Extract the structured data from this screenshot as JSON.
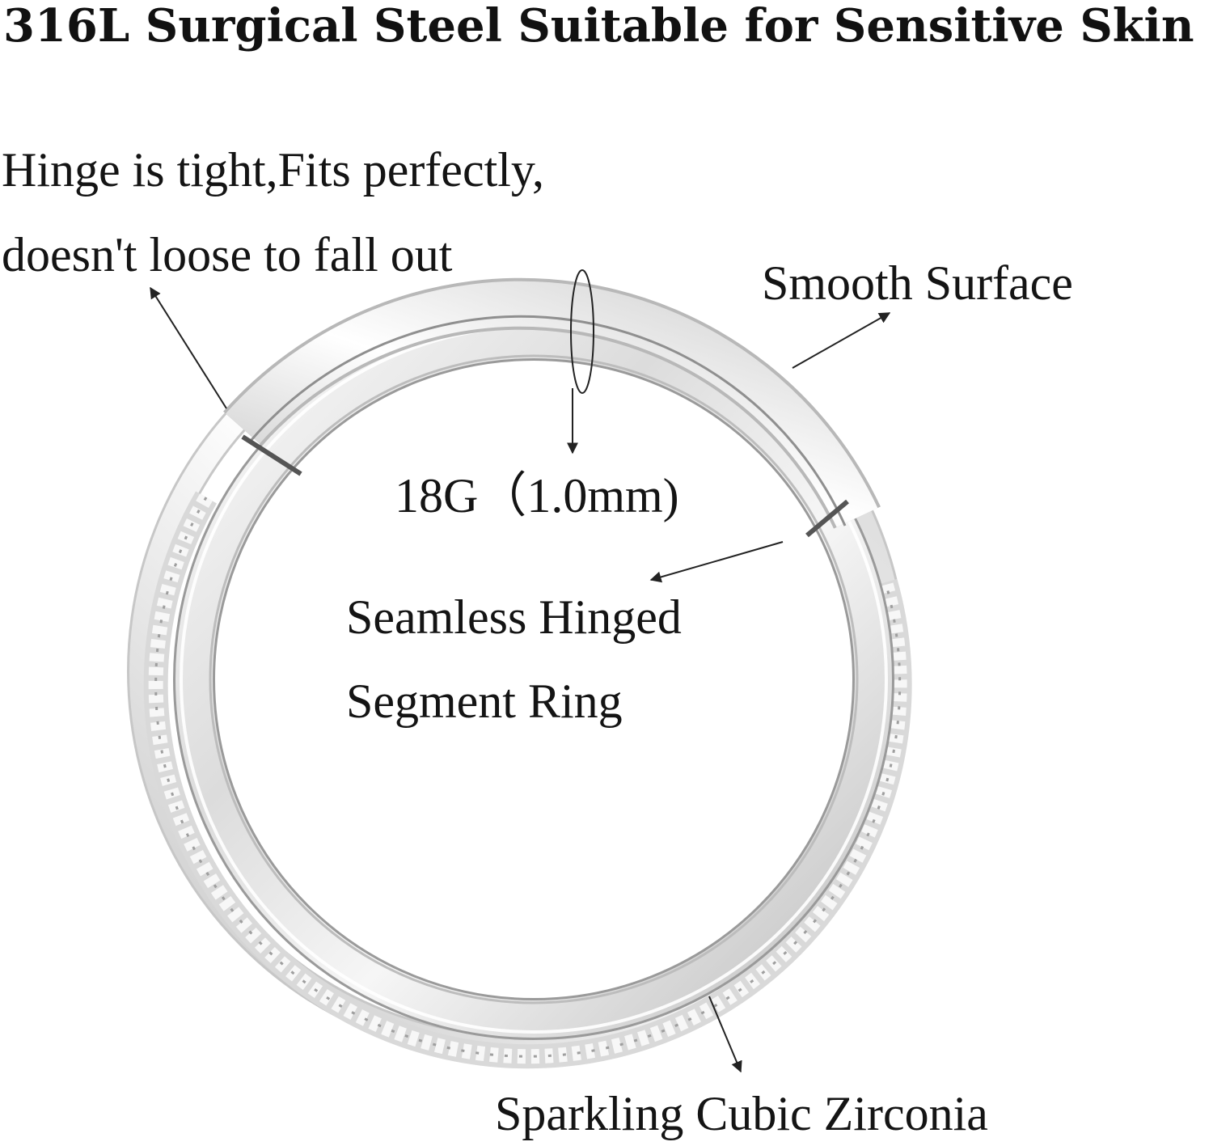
{
  "headline": "316L Surgical Steel Suitable for Sensitive Skin",
  "callouts": {
    "hinge_line1": "Hinge is tight,Fits perfectly,",
    "hinge_line2": "doesn't loose to fall out",
    "smooth": "Smooth Surface",
    "gauge": "18G（1.0mm)",
    "seamless_line1": "Seamless Hinged",
    "seamless_line2": "Segment Ring",
    "zirconia": "Sparkling Cubic Zirconia"
  },
  "colors": {
    "background": "#ffffff",
    "text": "#111111",
    "steel_light": "#f4f4f4",
    "steel_mid": "#c9c9c9",
    "steel_dark": "#8a8a8a",
    "arrow": "#222222"
  }
}
